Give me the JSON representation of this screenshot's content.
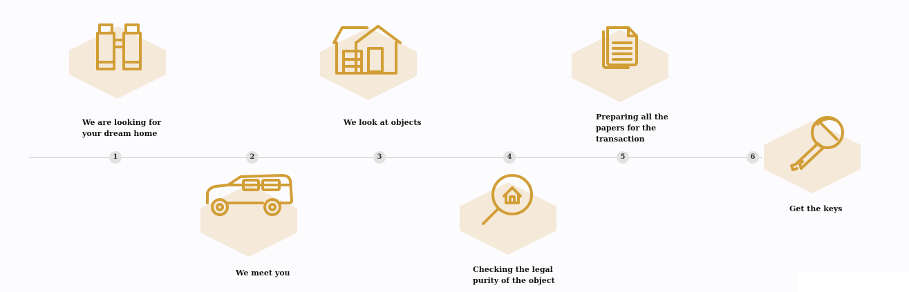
{
  "steps": [
    {
      "number": "1",
      "label": "We are looking for your dream home",
      "icon": "binoculars-icon"
    },
    {
      "number": "2",
      "label": "We meet you",
      "icon": "car-icon"
    },
    {
      "number": "3",
      "label": "We look at objects",
      "icon": "house-icon"
    },
    {
      "number": "4",
      "label": "Checking the legal purity of the object",
      "icon": "magnifier-house-icon"
    },
    {
      "number": "5",
      "label": "Preparing all the papers for the transaction",
      "icon": "documents-icon"
    },
    {
      "number": "6",
      "label": "Get the keys",
      "icon": "key-icon"
    }
  ],
  "colors": {
    "gold": "#D19E36",
    "hexagon": "#F5E9DA",
    "line": "#CFCFCF",
    "dot": "#E2E2E2",
    "text": "#141414"
  }
}
